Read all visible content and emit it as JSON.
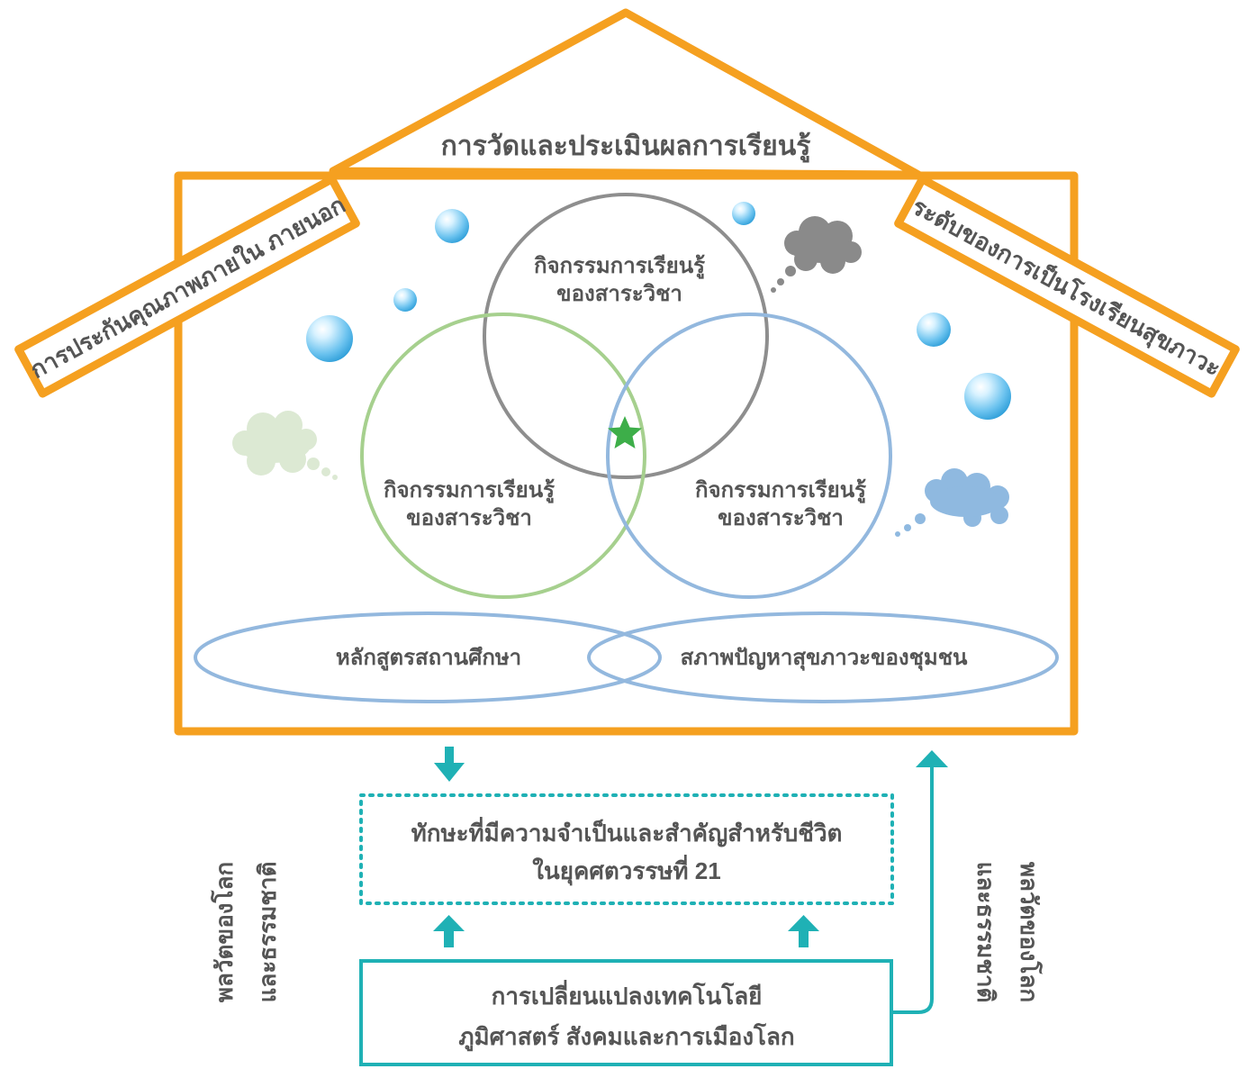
{
  "colors": {
    "house": "#F5A020",
    "teal": "#1FB1B5",
    "grey_circle": "#8E8E8E",
    "green_circle": "#A6D08E",
    "blue_circle": "#93B8DE",
    "text": "#555555",
    "star": "#3DAE49"
  },
  "icons": {
    "center": "star-icon",
    "bubbles": "water-drop-icon",
    "clouds": "thought-cloud-icon"
  },
  "house": {
    "roof_title": "การวัดและประเมินผลการเรียนรู้",
    "left_eave": "การประกันคุณภาพภายใน ภายนอก",
    "right_eave": "ระดับของการเป็นโรงเรียนสุขภาวะ"
  },
  "circles": {
    "top": [
      "กิจกรรมการเรียนรู้",
      "ของสาระวิชา"
    ],
    "left": [
      "กิจกรรมการเรียนรู้",
      "ของสาระวิชา"
    ],
    "right": [
      "กิจกรรมการเรียนรู้",
      "ของสาระวิชา"
    ]
  },
  "ellipses": {
    "left": "หลักสูตรสถานศึกษา",
    "right": "สภาพปัญหาสุขภาวะของชุมชน"
  },
  "skills_box": [
    "ทักษะที่มีความจำเป็นและสำคัญสำหรับชีวิต",
    "ในยุคศตวรรษที่ 21"
  ],
  "change_box": [
    "การเปลี่ยนแปลงเทคโนโลยี",
    "ภูมิศาสตร์ สังคมและการเมืองโลก"
  ],
  "side_left": [
    "พลวัตของโลก",
    "และธรรมชาติ"
  ],
  "side_right": [
    "พลวัตของโลก",
    "และธรรมชาติ"
  ]
}
